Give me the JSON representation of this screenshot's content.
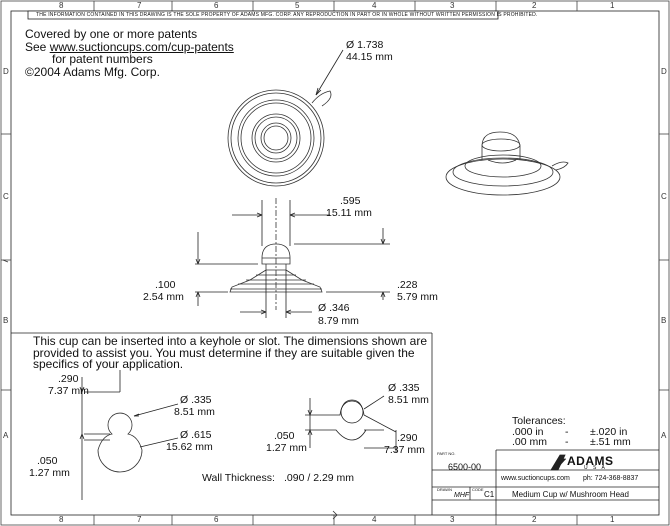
{
  "legal_notice": "THE INFORMATION CONTAINED IN THIS DRAWING IS THE SOLE PROPERTY OF ADAMS MFG. CORP. ANY REPRODUCTION IN PART OR IN WHOLE WITHOUT WRITTEN PERMISSION IS PROHIBITED.",
  "zones": {
    "columns": [
      "8",
      "7",
      "6",
      "5",
      "4",
      "3",
      "2",
      "1"
    ],
    "rows": [
      "D",
      "C",
      "B",
      "A"
    ]
  },
  "patent": {
    "line1": "Covered by one or more patents",
    "line2_prefix": "See ",
    "line2_link": "www.suctioncups.com/cup-patents",
    "line3": "for patent numbers",
    "copyright": "©2004 Adams Mfg. Corp."
  },
  "dims": {
    "diameter_in": "Ø 1.738",
    "diameter_mm": "44.15 mm",
    "knob_in": ".595",
    "knob_mm": "15.11 mm",
    "base_in": ".100",
    "base_mm": "2.54 mm",
    "height_in": ".228",
    "height_mm": "5.79 mm",
    "stem_in": "Ø .346",
    "stem_mm": "8.79 mm"
  },
  "keyhole": {
    "intro": "This cup can be inserted into a keyhole or slot.  The dimensions shown are provided to assist you.  You must determine if they are suitable given the specifics of your application.",
    "k_top_in": ".290",
    "k_top_mm": "7.37 mm",
    "k_small_in": "Ø .335",
    "k_small_mm": "8.51 mm",
    "k_large_in": "Ø .615",
    "k_large_mm": "15.62 mm",
    "k_neck_in": ".050",
    "k_neck_mm": "1.27 mm",
    "s_dia_in": "Ø .335",
    "s_dia_mm": "8.51 mm",
    "s_gap_in": ".050",
    "s_gap_mm": "1.27 mm",
    "s_depth_in": ".290",
    "s_depth_mm": "7.37 mm",
    "wall_label": "Wall Thickness:",
    "wall_value": ".090  /  2.29 mm"
  },
  "tolerances": {
    "title": "Tolerances:",
    "r1_a": ".000 in",
    "r1_sep": "-",
    "r1_b": "±.020 in",
    "r2_a": ".00 mm",
    "r2_sep": "-",
    "r2_b": "±.51 mm"
  },
  "title_block": {
    "part_label": "PART NO.",
    "part_no": "6500-00",
    "brand": "ADAMS",
    "brand_sub": "U S A",
    "web": "www.suctioncups.com",
    "phone": "ph: 724-368-8837",
    "drawn_label": "DRAWN",
    "drawn": "MHF",
    "code_label": "CODE",
    "code": "C1",
    "description": "Medium Cup w/ Mushroom Head"
  }
}
